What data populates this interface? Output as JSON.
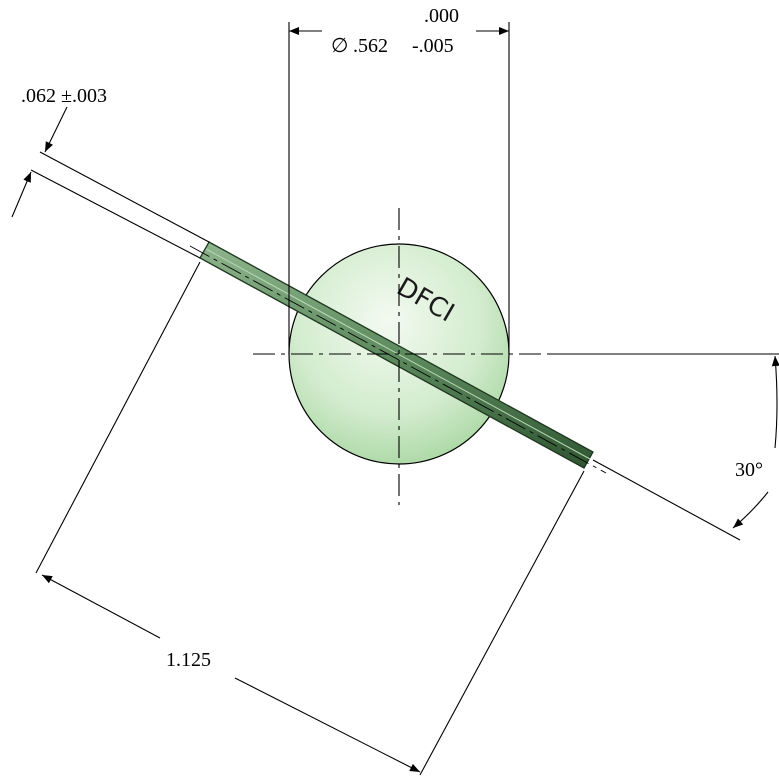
{
  "dimensions": {
    "diameter": {
      "symbol": "∅",
      "nominal": ".562",
      "upper_tolerance": ".000",
      "lower_tolerance": "-.005"
    },
    "thickness": {
      "text": ".062 ±.003"
    },
    "length": {
      "text": "1.125"
    },
    "angle": {
      "text": "30°"
    }
  },
  "part": {
    "engraving": "DFCI"
  },
  "colors": {
    "part_face_light": "#eef7ec",
    "part_face_mid": "#c9e8c4",
    "part_face_dark": "#a8d6a2",
    "blade_dark": "#3f6b42",
    "blade_light": "#7fa77e",
    "line": "#000000"
  }
}
